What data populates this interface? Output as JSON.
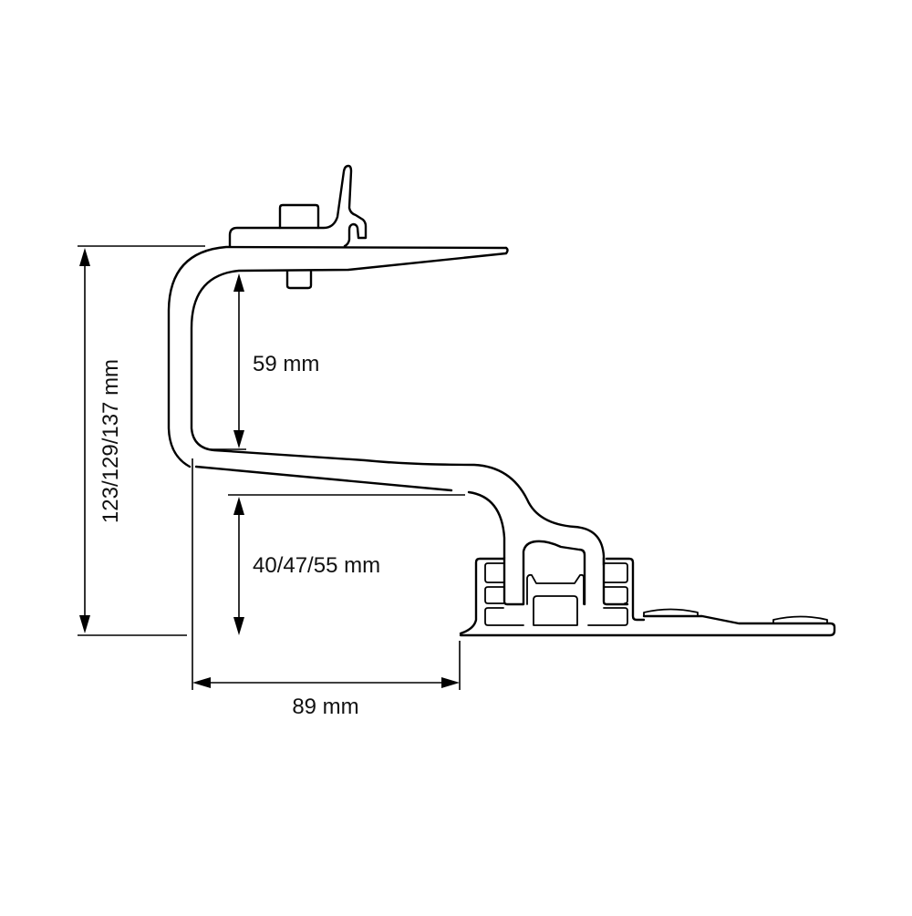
{
  "drawing": {
    "title": "Roof hook mounting bracket — side profile",
    "background": "#ffffff",
    "line_color": "#000000",
    "dimensions": {
      "total_height": {
        "label": "123/129/137 mm",
        "orientation": "vertical"
      },
      "upper_clearance": {
        "label": "59 mm",
        "orientation": "vertical"
      },
      "lower_height": {
        "label": "40/47/55 mm",
        "orientation": "vertical"
      },
      "horizontal_offset": {
        "label": "89 mm",
        "orientation": "horizontal"
      }
    },
    "components": [
      {
        "name": "rail-clamp",
        "description": "top clamp with hooked lip and bolt"
      },
      {
        "name": "top-arm",
        "description": "tapered upper arm"
      },
      {
        "name": "hook-body",
        "description": "S-shaped hook body"
      },
      {
        "name": "base-profile",
        "description": "slotted aluminium base profile"
      },
      {
        "name": "base-plate",
        "description": "flat base plate with two screw heads"
      }
    ]
  }
}
